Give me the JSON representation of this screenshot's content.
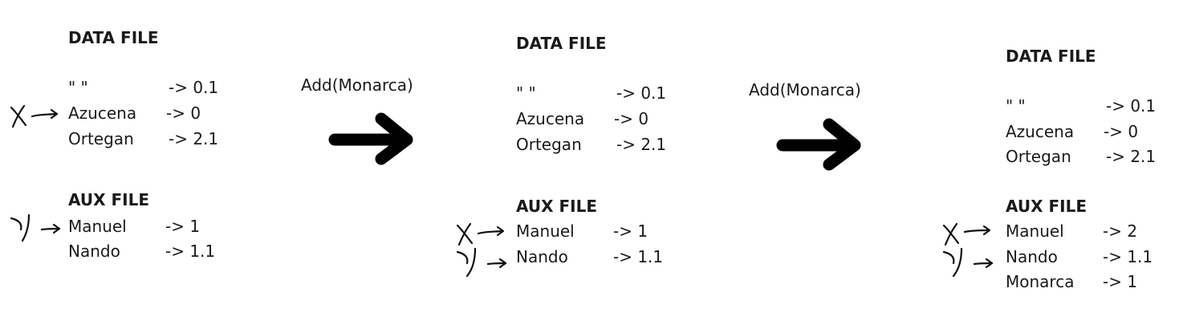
{
  "stages": [
    {
      "data_heading": "DATA FILE",
      "data_rows": [
        {
          "name": "\"          \"",
          "value": "-> 0.1"
        },
        {
          "name": "Azucena",
          "value": "-> 0"
        },
        {
          "name": "Ortegan",
          "value": "-> 2.1"
        }
      ],
      "aux_heading": "AUX FILE",
      "aux_rows": [
        {
          "name": "Manuel",
          "value": "-> 1"
        },
        {
          "name": "Nando",
          "value": "-> 1.1"
        }
      ]
    },
    {
      "data_heading": "DATA FILE",
      "data_rows": [
        {
          "name": "\"          \"",
          "value": "-> 0.1"
        },
        {
          "name": "Azucena",
          "value": "-> 0"
        },
        {
          "name": "Ortegan",
          "value": "-> 2.1"
        }
      ],
      "aux_heading": "AUX FILE",
      "aux_rows": [
        {
          "name": "Manuel",
          "value": "-> 1"
        },
        {
          "name": "Nando",
          "value": "-> 1.1"
        }
      ]
    },
    {
      "data_heading": "DATA FILE",
      "data_rows": [
        {
          "name": "\"          \"",
          "value": "-> 0.1"
        },
        {
          "name": "Azucena",
          "value": "-> 0"
        },
        {
          "name": "Ortegan",
          "value": "-> 2.1"
        }
      ],
      "aux_heading": "AUX FILE",
      "aux_rows": [
        {
          "name": "Manuel",
          "value": "-> 2"
        },
        {
          "name": "Nando",
          "value": "-> 1.1"
        },
        {
          "name": "Monarca",
          "value": "-> 1"
        }
      ]
    }
  ],
  "operations": [
    {
      "label": "Add(Monarca)"
    },
    {
      "label": "Add(Monarca)"
    }
  ],
  "pointers": {
    "x": "x-pointer",
    "y": "y-pointer"
  }
}
